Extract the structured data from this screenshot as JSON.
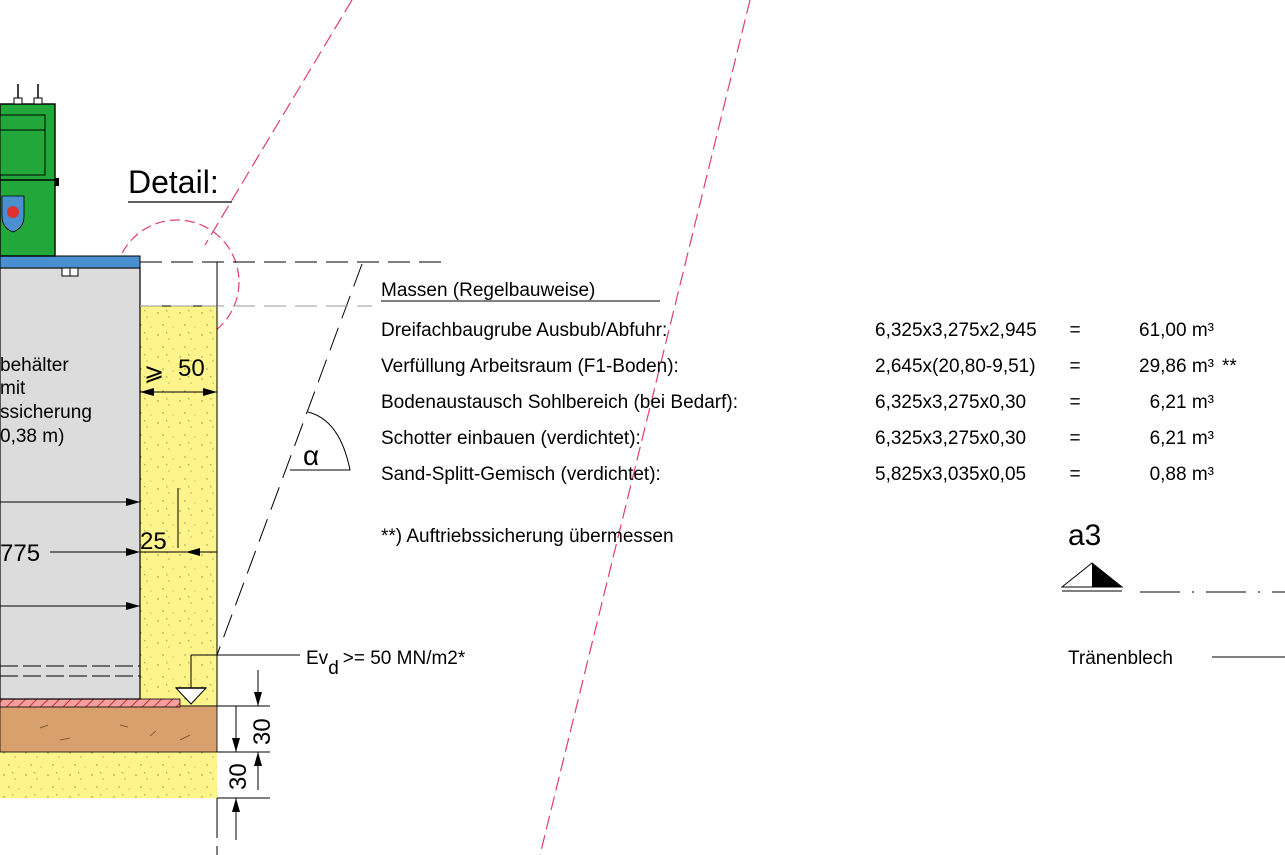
{
  "detail_label": "Detail:",
  "left_labels": {
    "line1": "behälter",
    "line2": "mit",
    "line3": "ssicherung",
    "line4": "0,38 m)",
    "dim_775": "775"
  },
  "dimensions": {
    "dim_50": "50",
    "ge_symbol": "⩾",
    "dim_25": "25",
    "dim_30_a": "30",
    "dim_30_b": "30",
    "alpha": "α"
  },
  "evd": {
    "prefix": "Ev",
    "subscript": "d",
    "suffix": ">= 50 MN/m2*"
  },
  "masses": {
    "title": "Massen (Regelbauweise)",
    "rows": [
      {
        "label": "Dreifachbaugrube Ausbub/Abfuhr:",
        "formula": "6,325x3,275x2,945",
        "eq": "=",
        "value": "61,00 m³",
        "note": ""
      },
      {
        "label": "Verfüllung Arbeitsraum (F1-Boden):",
        "formula": "2,645x(20,80-9,51)",
        "eq": "=",
        "value": "29,86 m³",
        "note": "**"
      },
      {
        "label": "Bodenaustausch Sohlbereich (bei Bedarf):",
        "formula": "6,325x3,275x0,30",
        "eq": "=",
        "value": "6,21 m³",
        "note": ""
      },
      {
        "label": "Schotter einbauen (verdichtet):",
        "formula": "6,325x3,275x0,30",
        "eq": "=",
        "value": "6,21 m³",
        "note": ""
      },
      {
        "label": "Sand-Splitt-Gemisch (verdichtet):",
        "formula": "5,825x3,035x0,05",
        "eq": "=",
        "value": "0,88 m³",
        "note": ""
      }
    ],
    "footnote": "**) Auftriebssicherung übermessen"
  },
  "weld_label": "a3",
  "traenenblech_label": "Tränenblech",
  "colors": {
    "backfill_yellow": "#fdf58c",
    "soil_brown": "#d8a06c",
    "tank_grey": "#dcdcdc",
    "station_green": "#22a83a",
    "slab_blue": "#4a8fd0",
    "hatch_red": "#d84040",
    "section_red": "#e0406a"
  },
  "icons": {
    "weld_symbol": "weld-triangle-icon",
    "level_marker": "level-triangle-icon",
    "emblem": "emblem-icon"
  }
}
